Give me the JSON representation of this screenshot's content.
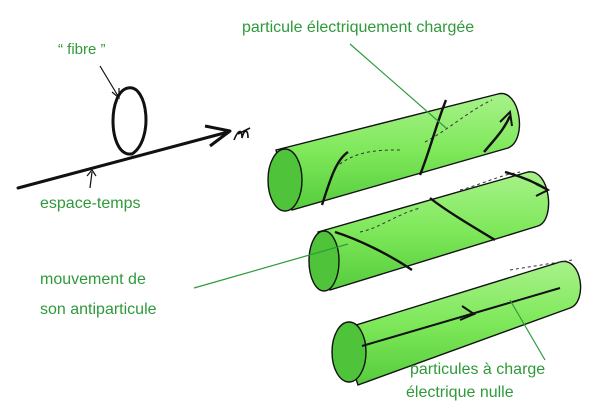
{
  "labels": {
    "fibre": "“ fibre ”",
    "espace_temps": "espace-temps",
    "charged_particle": "particule électriquement chargée",
    "antiparticle_line1": "mouvement de",
    "antiparticle_line2": "son antiparticule",
    "neutral_line1": "particules à charge",
    "neutral_line2": "électrique nulle"
  },
  "colors": {
    "label_green": "#2e9a3a",
    "tube_green": "#7ee85a",
    "tube_inner": "#4fc43a",
    "ink": "#111111"
  }
}
